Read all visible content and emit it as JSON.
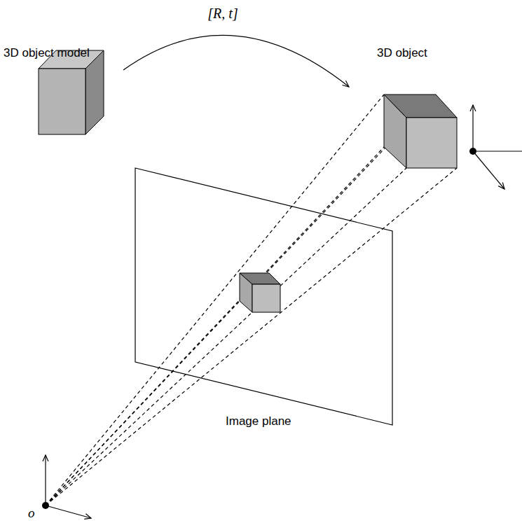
{
  "diagram": {
    "labels": [
      "[R, t]",
      "3D object model",
      "3D object",
      "Image plane",
      "o"
    ]
  }
}
